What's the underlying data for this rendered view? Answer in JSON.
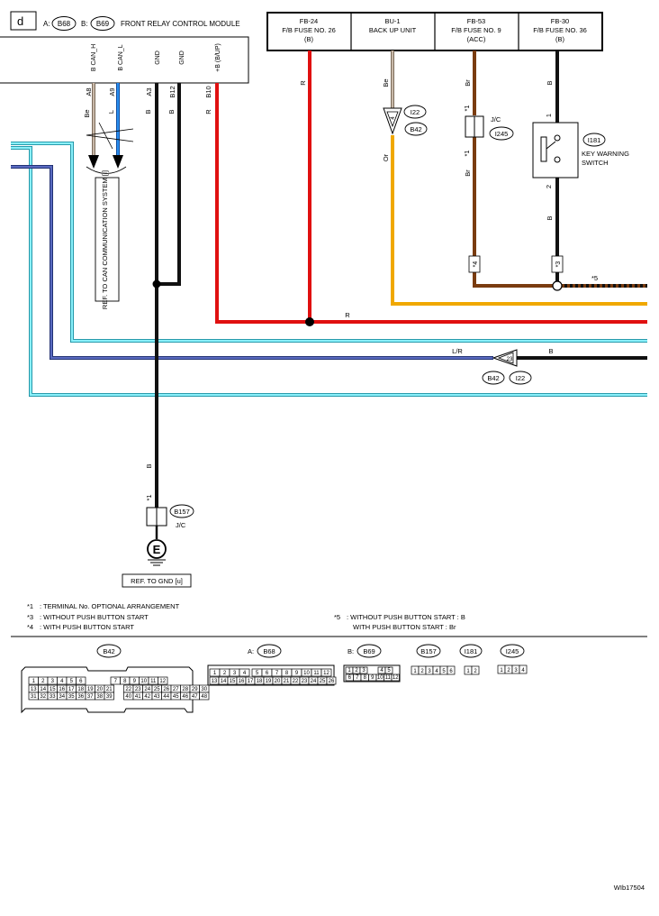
{
  "page": {
    "section_letter": "d",
    "figure_id": "WIb17504"
  },
  "module": {
    "conn_a": "B68",
    "conn_b": "B69",
    "prefix_a": "A:",
    "prefix_b": "B:",
    "name": "FRONT RELAY CONTROL MODULE",
    "terminals": [
      {
        "signal": "B CAN_H",
        "pin": "A8",
        "color": "Be"
      },
      {
        "signal": "B CAN_L",
        "pin": "A9",
        "color": "L"
      },
      {
        "signal": "GND",
        "pin": "A3",
        "color": "B"
      },
      {
        "signal": "GND",
        "pin": "B12",
        "color": "B"
      },
      {
        "signal": "+B (B/UP)",
        "pin": "B10",
        "color": "R"
      }
    ]
  },
  "fuses": [
    {
      "id": "FB-24",
      "line": "F/B FUSE NO. 26",
      "sub": "(B)"
    },
    {
      "id": "BU-1",
      "line": "BACK UP UNIT",
      "sub": ""
    },
    {
      "id": "FB-53",
      "line": "F/B FUSE NO. 9",
      "sub": "(ACC)"
    },
    {
      "id": "FB-30",
      "line": "F/B FUSE NO. 36",
      "sub": "(B)"
    }
  ],
  "wire_labels": {
    "r": "R",
    "be": "Be",
    "or": "Or",
    "br": "Br",
    "b": "B",
    "lr": "L/R",
    "l": "L"
  },
  "connectors": {
    "i22": "I22",
    "b42": "B42",
    "j_c": "J/C",
    "i245": "I245",
    "i181": "I181",
    "b157": "B157",
    "pin_4": "4",
    "pin_23": "23",
    "pin_1": "1",
    "pin_2": "2",
    "star1": "*1",
    "star3": "*3",
    "star4": "*4",
    "star5": "*5"
  },
  "labels": {
    "ref_can": "REF. TO CAN COMMUNICATION SYSTEM [I]",
    "key_switch_1": "KEY WARNING",
    "key_switch_2": "SWITCH",
    "ground_symbol": "E",
    "ref_gnd": "REF. TO GND [u]"
  },
  "notes": {
    "n1": {
      "mark": "*1",
      "text": ": TERMINAL No. OPTIONAL ARRANGEMENT"
    },
    "n3": {
      "mark": "*3",
      "text": ": WITHOUT PUSH BUTTON START"
    },
    "n4": {
      "mark": "*4",
      "text": ": WITH PUSH BUTTON START"
    },
    "n5": {
      "mark": "*5",
      "text": ": WITHOUT PUSH BUTTON START  : B",
      "text2": "WITH PUSH BUTTON START  : Br"
    }
  },
  "connector_views": {
    "b42": {
      "name": "B42",
      "row1": [
        "1",
        "2",
        "3",
        "4",
        "5",
        "6",
        "7",
        "8",
        "9",
        "10",
        "11",
        "12"
      ],
      "row2": [
        "13",
        "14",
        "15",
        "16",
        "17",
        "18",
        "19",
        "20",
        "21",
        "22",
        "23",
        "24",
        "25",
        "26",
        "27",
        "28",
        "29",
        "30"
      ],
      "row3": [
        "31",
        "32",
        "33",
        "34",
        "35",
        "36",
        "37",
        "38",
        "39",
        "40",
        "41",
        "42",
        "43",
        "44",
        "45",
        "46",
        "47",
        "48"
      ]
    },
    "b68": {
      "prefix": "A:",
      "name": "B68",
      "row1": [
        "1",
        "2",
        "3",
        "4",
        "5",
        "6",
        "7",
        "8",
        "9",
        "10",
        "11",
        "12"
      ],
      "row2": [
        "13",
        "14",
        "15",
        "16",
        "17",
        "18",
        "19",
        "20",
        "21",
        "22",
        "23",
        "24",
        "25",
        "26"
      ]
    },
    "b69": {
      "prefix": "B:",
      "name": "B69",
      "row1": [
        "1",
        "2",
        "3",
        "4",
        "5"
      ],
      "row2": [
        "6",
        "7",
        "8",
        "9",
        "10",
        "11",
        "12"
      ]
    },
    "b157": {
      "name": "B157",
      "pins": [
        "1",
        "2",
        "3",
        "4",
        "5",
        "6"
      ]
    },
    "i181": {
      "name": "I181",
      "pins": [
        "1",
        "2"
      ]
    },
    "i245": {
      "name": "I245",
      "pins": [
        "1",
        "2",
        "3",
        "4"
      ]
    }
  },
  "colors": {
    "red": "#e01010",
    "black": "#111111",
    "beige": "#b8a898",
    "orange": "#f0a800",
    "brown": "#7a3c10",
    "blue": "#1a6fd8",
    "navy": "#3a4a9a",
    "cyan": "#80ecf6",
    "lightblue": "#9ad4e8"
  }
}
